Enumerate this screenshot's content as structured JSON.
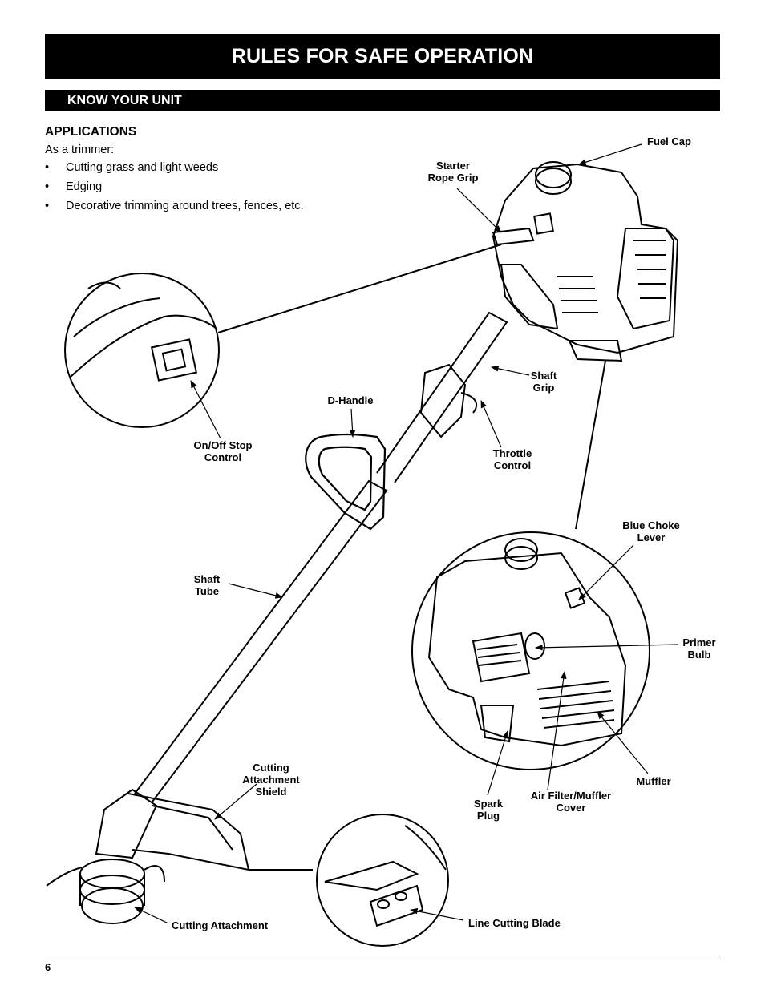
{
  "page": {
    "title": "RULES FOR SAFE OPERATION",
    "section": "KNOW YOUR UNIT",
    "page_number": "6"
  },
  "applications": {
    "heading": "APPLICATIONS",
    "intro": "As a trimmer:",
    "bullet_symbol": "•",
    "items": [
      "Cutting grass and light weeds",
      "Edging",
      "Decorative trimming around trees, fences, etc."
    ]
  },
  "labels": {
    "fuel_cap": "Fuel Cap",
    "starter_rope_grip": "Starter\nRope Grip",
    "shaft_grip": "Shaft\nGrip",
    "d_handle": "D-Handle",
    "throttle_control": "Throttle\nControl",
    "on_off_stop_control": "On/Off Stop\nControl",
    "blue_choke_lever": "Blue Choke\nLever",
    "primer_bulb": "Primer\nBulb",
    "shaft_tube": "Shaft\nTube",
    "muffler": "Muffler",
    "cutting_attachment_shield": "Cutting\nAttachment\nShield",
    "spark_plug": "Spark\nPlug",
    "air_filter_muffler_cover": "Air Filter/Muffler\nCover",
    "cutting_attachment": "Cutting Attachment",
    "line_cutting_blade": "Line Cutting Blade"
  }
}
